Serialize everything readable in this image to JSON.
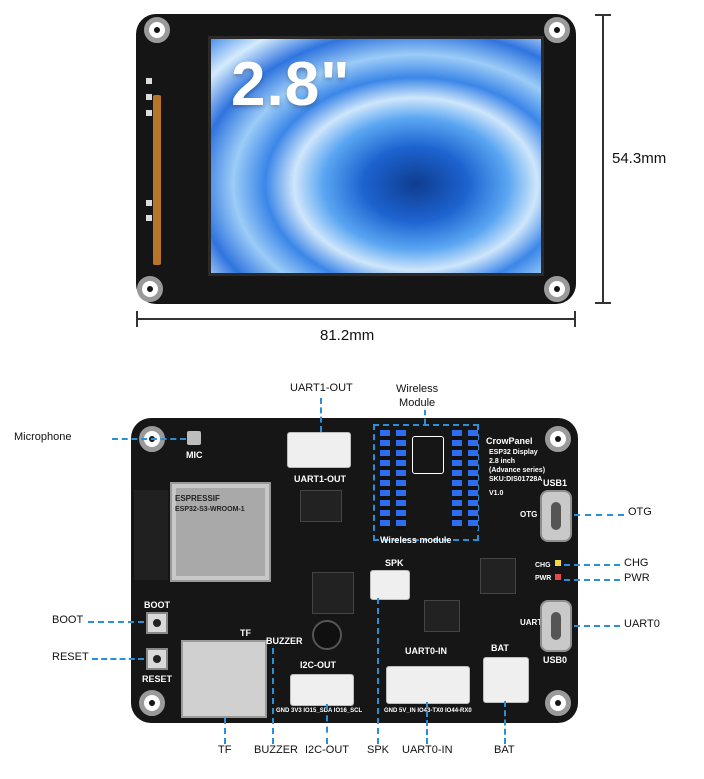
{
  "screen": {
    "size_label": "2.8\""
  },
  "dimensions": {
    "height": "54.3mm",
    "width": "81.2mm"
  },
  "board_silkscreen": {
    "mic": "MIC",
    "uart1_out": "UART1-OUT",
    "wireless_module": "Wireless module",
    "crowpanel": "CrowPanel",
    "product": "ESP32 Display",
    "size": "2.8 inch",
    "series": "(Advance series)",
    "sku": "SKU:DIS01728A",
    "version": "V1.0",
    "usb1": "USB1",
    "usb0": "USB0",
    "otg": "OTG",
    "uart0": "UART0",
    "spk": "SPK",
    "boot": "BOOT",
    "reset": "RESET",
    "tf": "TF",
    "buzzer": "BUZZER",
    "i2c_out": "I2C-OUT",
    "uart0_in": "UART0-IN",
    "bat": "BAT",
    "chg": "CHG",
    "pwr": "PWR",
    "module_brand": "ESPRESSIF",
    "module_name": "ESP32-S3-WROOM-1",
    "i2c_pins": "GND 3V3 IO15_SDA IO16_SCL",
    "uart_pins": "GND 5V_IN IO43-TX0 IO44-RX0"
  },
  "callouts": {
    "uart1_out": "UART1-OUT",
    "wireless_module": "Wireless\nModule",
    "microphone": "Microphone",
    "otg": "OTG",
    "chg": "CHG",
    "pwr": "PWR",
    "uart0": "UART0",
    "boot": "BOOT",
    "reset": "RESET",
    "tf": "TF",
    "buzzer": "BUZZER",
    "i2c_out": "I2C-OUT",
    "spk": "SPK",
    "uart0_in": "UART0-IN",
    "bat": "BAT"
  },
  "colors": {
    "callout_line": "#2a8fd6",
    "board": "#161616"
  }
}
